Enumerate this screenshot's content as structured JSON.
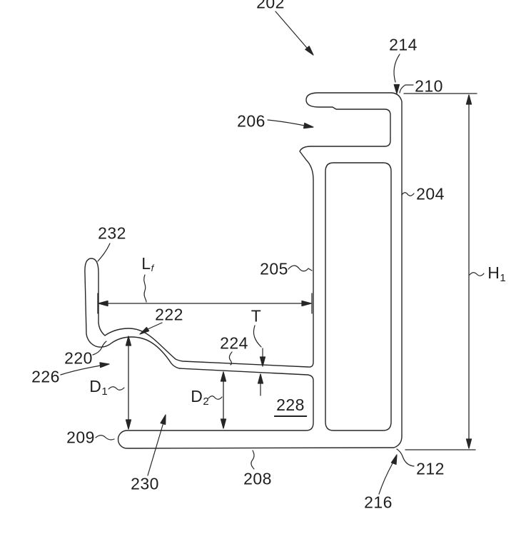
{
  "figure": {
    "background_color": "#ffffff",
    "line_color": "#262626",
    "description": "Patent-style cross-section drawing of a frame rail profile with reference numerals and dimension callouts",
    "reference_numerals": {
      "r202": "202",
      "r204": "204",
      "r205": "205",
      "r206": "206",
      "r208": "208",
      "r209": "209",
      "r210": "210",
      "r212": "212",
      "r214": "214",
      "r216": "216",
      "r220": "220",
      "r222": "222",
      "r224": "224",
      "r226": "226",
      "r228": "228",
      "r230": "230",
      "r232": "232"
    },
    "dimensions": {
      "h1": {
        "base": "H",
        "sub": "1"
      },
      "d1": {
        "base": "D",
        "sub": "1"
      },
      "d2": {
        "base": "D",
        "sub": "2"
      },
      "lf": {
        "base": "L",
        "sub": "f"
      },
      "t": {
        "base": "T",
        "sub": ""
      }
    }
  }
}
